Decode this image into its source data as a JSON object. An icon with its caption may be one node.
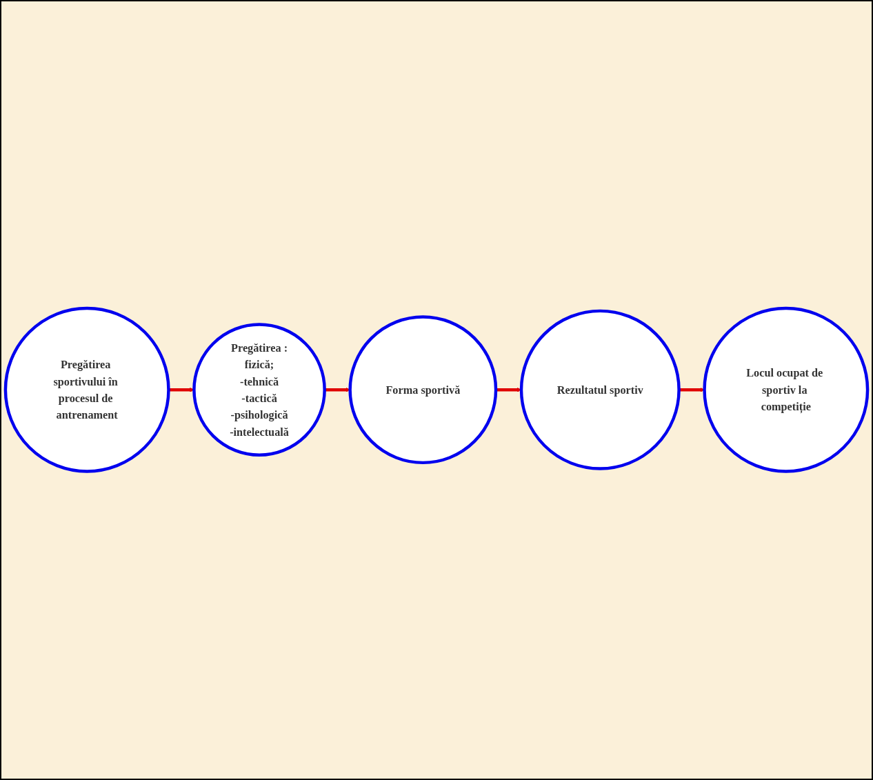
{
  "diagram": {
    "nodes": [
      {
        "text": [
          "Pregătirea sportivului în procesul de antrenament"
        ]
      },
      {
        "text": [
          "Pregătirea :",
          "fizică;",
          "-tehnică",
          "-tactică",
          "-psihologică",
          "-intelectuală"
        ]
      },
      {
        "text": [
          "Forma sportivă"
        ]
      },
      {
        "text": [
          "Rezultatul sportiv"
        ]
      },
      {
        "text": [
          "Locul ocupat de sportiv la competiție"
        ]
      }
    ],
    "edges": [
      {
        "from": 0,
        "to": 1,
        "arrow": "to"
      },
      {
        "from": 1,
        "to": 2,
        "arrow": "to"
      },
      {
        "from": 2,
        "to": 3,
        "arrow": "to"
      },
      {
        "from": 3,
        "to": 4,
        "arrow": "to"
      }
    ]
  }
}
